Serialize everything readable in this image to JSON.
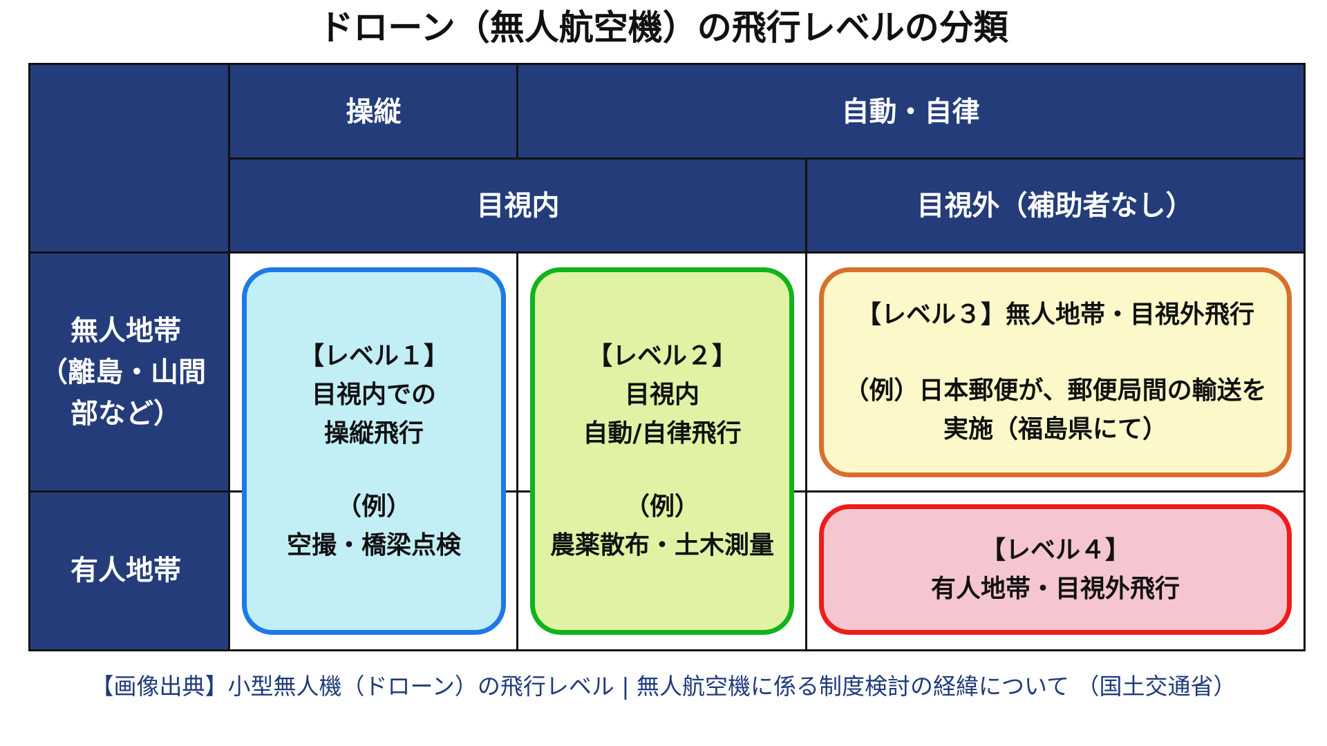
{
  "title": "ドローン（無人航空機）の飛行レベルの分類",
  "columns": {
    "manual": "操縦",
    "auto": "自動・自律",
    "visual": "目視内",
    "beyond": "目視外（補助者なし）"
  },
  "rows": {
    "unpopulated": [
      "無人地帯",
      "（離島・山間",
      "部など）"
    ],
    "populated": "有人地帯"
  },
  "levels": [
    {
      "label": "【レベル１】",
      "lines": [
        "目視内での",
        "操縦飛行"
      ],
      "example_label": "（例）",
      "example": "空撮・橋梁点検",
      "fill": "#c2eef6",
      "border": "#1f78e6"
    },
    {
      "label": "【レベル２】",
      "lines": [
        "目視内",
        "自動/自律飛行"
      ],
      "example_label": "（例）",
      "example": "農薬散布・土木測量",
      "fill": "#e0f2a3",
      "border": "#11b31c"
    },
    {
      "label": "【レベル３】無人地帯・目視外飛行",
      "lines": [],
      "example_label": "",
      "example_lines": [
        "（例）日本郵便が、郵便局間の輸送を",
        "実施（福島県にて）"
      ],
      "fill": "#fdf8c9",
      "border": "#d8702c"
    },
    {
      "label": "【レベル４】",
      "lines": [
        "有人地帯・目視外飛行"
      ],
      "example_label": "",
      "example": "",
      "fill": "#f5c6d0",
      "border": "#ee1c1c"
    }
  ],
  "source": "【画像出典】小型無人機（ドローン）の飛行レベル | 無人航空機に係る制度検討の経緯について （国土交通省）"
}
